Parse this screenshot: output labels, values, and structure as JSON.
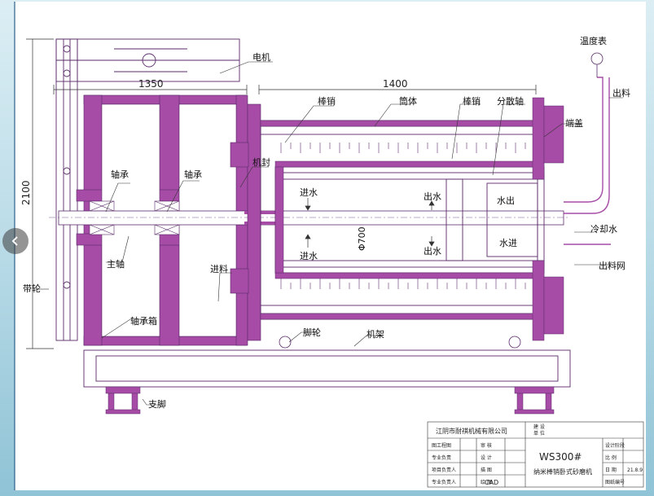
{
  "labels": {
    "motor": "电机",
    "thermometer": "温度表",
    "outlet_top": "出料",
    "end_cap": "端盖",
    "pin_rod_left": "棒销",
    "barrel": "筒体",
    "pin_rod_right": "棒销",
    "disperse_shaft": "分散轴",
    "mech_seal": "机封",
    "bearing_left": "轴承",
    "bearing_right": "轴承",
    "water_in_upper": "进水",
    "water_out_upper": "出水",
    "water_exit": "水出",
    "cooling_water": "冷却水",
    "water_enter": "水进",
    "outlet_screen": "出料网",
    "main_shaft": "主轴",
    "feed": "进料",
    "water_in_lower": "进水",
    "diameter": "Φ700",
    "water_out_lower": "出水",
    "belt_pulley": "带轮",
    "bearing_box": "轴承箱",
    "caster": "脚轮",
    "frame": "机架",
    "support_leg": "支脚"
  },
  "dimensions": {
    "left_width": "1350",
    "right_width": "1400",
    "height": "2100"
  },
  "title_block": {
    "company": "江阴市耐祺机械有限公司",
    "design_unit": "建 设\n单 位",
    "model": "WS300#",
    "product_name": "纳米棒销卧式砂磨机",
    "row_labels": [
      "图工程图",
      "专业负责",
      "项目负责人",
      "专业负责人"
    ],
    "col2_labels": [
      "审 核",
      "设 计",
      "描 图",
      "绘 图"
    ],
    "cad": "CAD",
    "right_labels": [
      "设计阶段",
      "比 例",
      "日 期",
      "图纸编号"
    ],
    "date": "21.8.9"
  },
  "colors": {
    "accent": "#a64ca6",
    "line": "#5a2a6a",
    "sheet": "#ffffff"
  },
  "nav": {
    "icon": "chevron-left-icon"
  }
}
